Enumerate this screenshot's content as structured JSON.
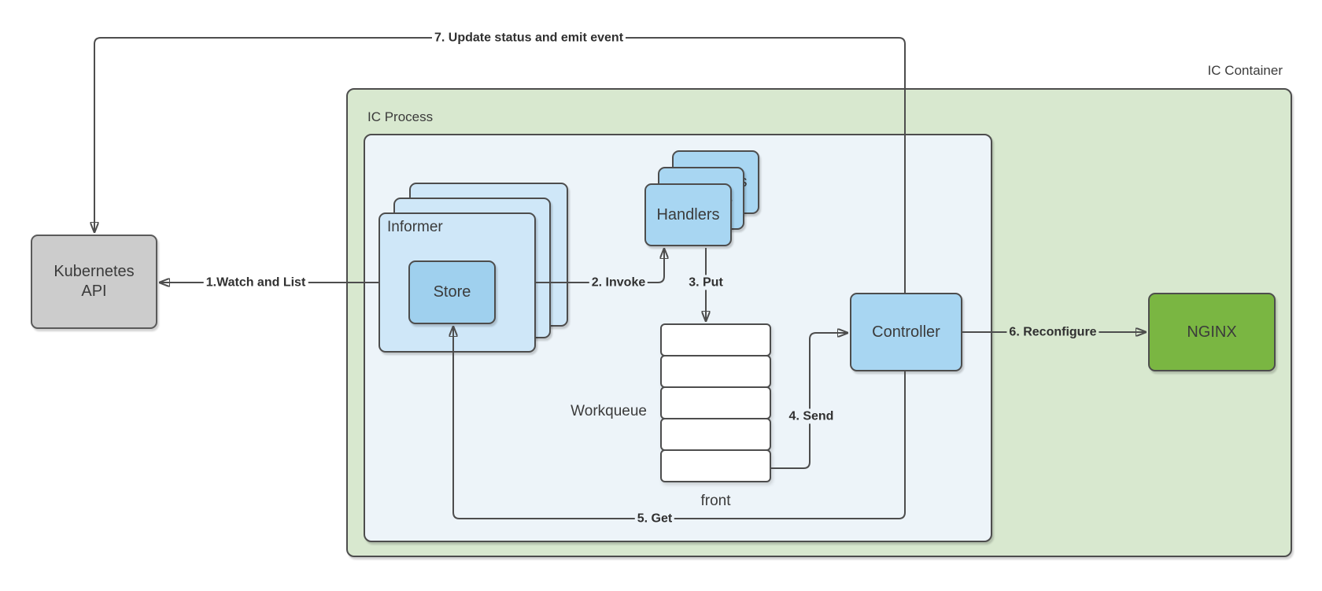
{
  "diagram": {
    "containers": {
      "ic_container": {
        "label": "IC Container"
      },
      "ic_process": {
        "label": "IC Process"
      }
    },
    "nodes": {
      "kubernetes_api": {
        "label": "Kubernetes API"
      },
      "informer": {
        "label": "Informer"
      },
      "store": {
        "label": "Store"
      },
      "handlers": {
        "label": "Handlers"
      },
      "workqueue": {
        "label": "Workqueue",
        "front_label": "front",
        "slot_count": 5
      },
      "controller": {
        "label": "Controller"
      },
      "nginx": {
        "label": "NGINX"
      }
    },
    "edges": [
      {
        "id": "watch-and-list",
        "label": "1.Watch and List",
        "from": "informer",
        "to": "kubernetes_api"
      },
      {
        "id": "invoke",
        "label": "2. Invoke",
        "from": "informer",
        "to": "handlers"
      },
      {
        "id": "put",
        "label": "3. Put",
        "from": "handlers",
        "to": "workqueue"
      },
      {
        "id": "send",
        "label": "4. Send",
        "from": "workqueue",
        "to": "controller"
      },
      {
        "id": "get",
        "label": "5. Get",
        "from": "controller",
        "to": "store"
      },
      {
        "id": "reconfigure",
        "label": "6. Reconfigure",
        "from": "controller",
        "to": "nginx"
      },
      {
        "id": "update-status",
        "label": "7. Update status and emit event",
        "from": "controller",
        "to": "kubernetes_api"
      }
    ],
    "colors": {
      "container_fill": "#d8e8cf",
      "process_fill": "#edf4f9",
      "informer_fill": "#cfe7f8",
      "node_blue_fill": "#a8d6f2",
      "store_fill": "#9fd0ee",
      "nginx_fill": "#7ab642",
      "api_fill": "#cccccc",
      "stroke": "#4d4d4d",
      "text": "#3b3b3b"
    }
  }
}
